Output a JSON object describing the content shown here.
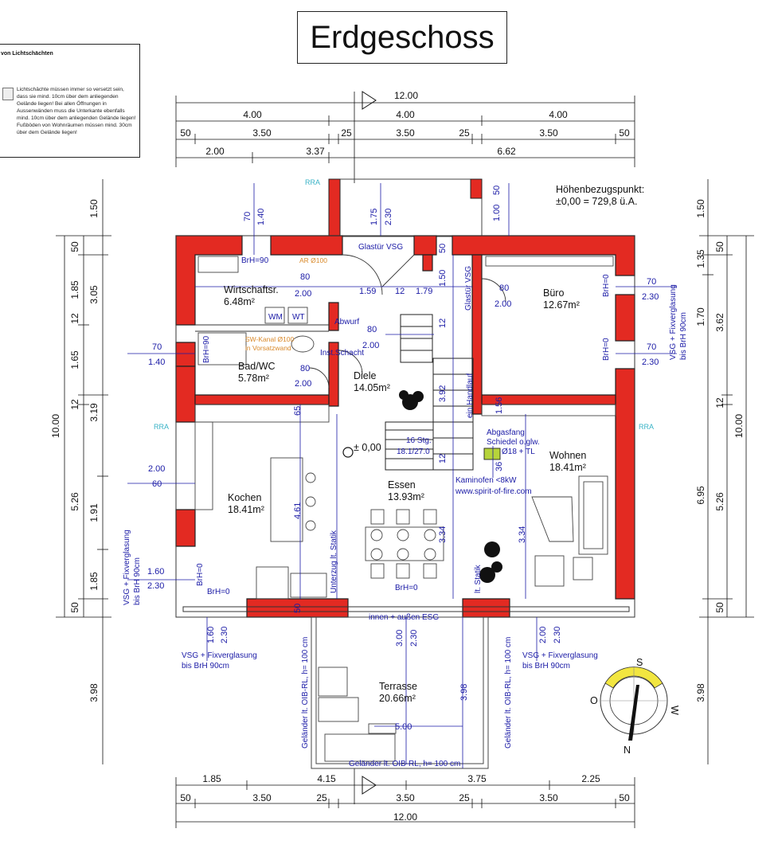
{
  "title": "Erdgeschoss",
  "note": {
    "heading": "von Lichtschächten",
    "text": "Lichtschächte müssen immer so versetzt sein, dass sie mind. 10cm über dem anliegenden Gelände liegen! Bei allen Öffnungen in Aussenwänden muss die Unterkante ebenfalls mind. 10cm über dem anliegenden Gelände liegen! Fußböden von Wohnräumen müssen mind. 30cm über dem Gelände liegen!"
  },
  "reference": {
    "line1": "Höhenbezugspunkt:",
    "line2": "±0,00 = 729,8 ü.A."
  },
  "rooms": {
    "wirtschaft": {
      "name": "Wirtschaftsr.",
      "area": "6.48m²"
    },
    "buero": {
      "name": "Büro",
      "area": "12.67m²"
    },
    "bad": {
      "name": "Bad/WC",
      "area": "5.78m²"
    },
    "diele": {
      "name": "Diele",
      "area": "14.05m²"
    },
    "kochen": {
      "name": "Kochen",
      "area": "18.41m²"
    },
    "essen": {
      "name": "Essen",
      "area": "13.93m²"
    },
    "wohnen": {
      "name": "Wohnen",
      "area": "18.41m²"
    },
    "terrasse": {
      "name": "Terrasse",
      "area": "20.66m²"
    }
  },
  "labels": {
    "glastuer": "Glastür VSG",
    "glastuer_v": "Glastür VSG",
    "ar": "AR Ø100",
    "wm": "WM",
    "wt": "WT",
    "abwurf": "Abwurf",
    "swkanal": "SW-Kanal Ø100",
    "vorsatz": "in Vorsatzwand",
    "inst": "Inst.Schacht",
    "level": "± 0,00",
    "stg1": "16 Stg.",
    "stg2": "18.1/27.0",
    "abgas1": "Abgasfang",
    "abgas2": "Schiedel o.glw.",
    "abgas3": "Ø18 + TL",
    "kamin1": "Kaminofen <8kW",
    "kamin2": "www.spirit-of-fire.com",
    "esg": "innen + außen ESG",
    "vsg_left_a": "VSG + Fixverglasung",
    "vsg_left_b": "bis BrH 90cm",
    "vsg_right_a": "VSG + Fixverglasung",
    "vsg_right_b": "bis BrH 90cm",
    "vsg_bl_a": "VSG + Fixverglasung",
    "vsg_bl_b": "bis BrH 90cm",
    "vsg_br_a": "VSG + Fixverglasung",
    "vsg_br_b": "bis BrH 90cm",
    "gel_left": "Geländer lt. OIB-RL, h= 100 cm",
    "gel_right": "Geländer lt. OIB-RL, h= 100 cm",
    "gel_bottom": "Geländer lt. OIB-RL, h= 100 cm",
    "handlauf": "ein Handlauf",
    "unterzug": "Unterzug lt. Statik",
    "statik2": "lt. Statik",
    "rra": "RRA",
    "brh0": "BrH=0",
    "brh90": "BrH=90",
    "compass_s": "S",
    "compass_n": "N",
    "compass_o": "O",
    "compass_w": "W"
  },
  "dims": {
    "top_total": "12.00",
    "top_4a": "4.00",
    "top_4b": "4.00",
    "top_4c": "4.00",
    "top_50a": "50",
    "top_350a": "3.50",
    "top_25a": "25",
    "top_350b": "3.50",
    "top_25b": "25",
    "top_350c": "3.50",
    "top_50b": "50",
    "top_200": "2.00",
    "top_337": "3.37",
    "top_662": "6.62",
    "bot_185": "1.85",
    "bot_415": "4.15",
    "bot_375": "3.75",
    "bot_225": "2.25",
    "bot_50a": "50",
    "bot_350a": "3.50",
    "bot_25a": "25",
    "bot_350b": "3.50",
    "bot_25b": "25",
    "bot_350c": "3.50",
    "bot_50b": "50",
    "bot_total": "12.00",
    "l_150": "1.50",
    "l_50": "50",
    "l_185": "1.85",
    "l_305": "3.05",
    "l_12": "12",
    "l_165": "1.65",
    "l_12b": "12",
    "l_319": "3.19",
    "l_1000": "10.00",
    "l_526": "5.26",
    "l_191": "1.91",
    "l_185b": "1.85",
    "l_50b": "50",
    "l_398": "3.98",
    "r_150": "1.50",
    "r_135": "1.35",
    "r_50": "50",
    "r_170": "1.70",
    "r_362": "3.62",
    "r_12": "12",
    "r_695": "6.95",
    "r_526": "5.26",
    "r_1000": "10.00",
    "r_50b": "50",
    "r_398": "3.98",
    "w70a": "70",
    "w230a": "2.30",
    "w70b": "70",
    "w230b": "2.30",
    "w70c": "70",
    "w140": "1.40",
    "w200": "2.00",
    "w60": "60",
    "w160": "1.60",
    "w230c": "2.30",
    "i80a": "80",
    "i200a": "2.00",
    "i159": "1.59",
    "i12": "12",
    "i179": "1.79",
    "i80b": "80",
    "i200b": "2.00",
    "i80c": "80",
    "i200c": "2.00",
    "i80d": "80",
    "i200d": "2.00",
    "i70": "70",
    "i140": "1.40",
    "i175": "1.75",
    "i230": "2.30",
    "i100": "1.00",
    "i50": "50",
    "i150": "1.50",
    "i12b": "12",
    "i392": "3.92",
    "i65": "65",
    "i12c": "12",
    "i36": "36",
    "i156": "1.56",
    "i461": "4.61",
    "i334a": "3.34",
    "i334b": "3.34",
    "i50b": "50",
    "i160": "1.60",
    "i230b": "2.30",
    "i300": "3.00",
    "i230c": "2.30",
    "i200e": "2.00",
    "i230d": "2.30",
    "i398": "3.98",
    "i500": "5.00"
  }
}
